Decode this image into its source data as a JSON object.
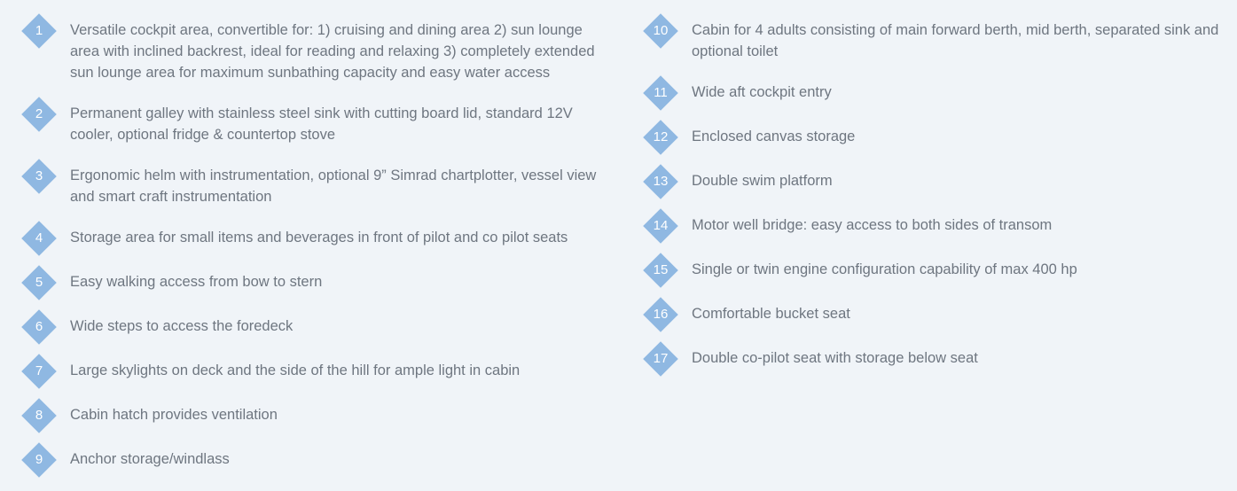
{
  "colors": {
    "background": "#f0f4f8",
    "badge": "#8fb8e2",
    "text": "#6e7680"
  },
  "left_column": [
    {
      "number": "1",
      "text": "Versatile cockpit area, convertible for: 1) cruising and dining area 2) sun lounge area with inclined backrest, ideal for reading and relaxing 3) completely extended sun lounge area for maximum sunbathing capacity and easy water access"
    },
    {
      "number": "2",
      "text": "Permanent galley with stainless steel sink with cutting board lid, standard 12V cooler, optional fridge & countertop stove"
    },
    {
      "number": "3",
      "text": "Ergonomic helm with instrumentation, optional 9” Simrad chartplotter, vessel view and smart craft instrumentation"
    },
    {
      "number": "4",
      "text": "Storage area for small items and beverages in front of pilot and co pilot seats"
    },
    {
      "number": "5",
      "text": "Easy walking access from bow to stern"
    },
    {
      "number": "6",
      "text": "Wide steps to access the foredeck"
    },
    {
      "number": "7",
      "text": "Large skylights on deck and the side of the hill for ample light in cabin"
    },
    {
      "number": "8",
      "text": "Cabin hatch provides ventilation"
    },
    {
      "number": "9",
      "text": "Anchor storage/windlass"
    }
  ],
  "right_column": [
    {
      "number": "10",
      "text": "Cabin for 4 adults consisting of main forward berth, mid berth, separated sink and optional toilet"
    },
    {
      "number": "11",
      "text": "Wide aft cockpit entry"
    },
    {
      "number": "12",
      "text": "Enclosed canvas storage"
    },
    {
      "number": "13",
      "text": "Double swim platform"
    },
    {
      "number": "14",
      "text": "Motor well bridge: easy access to both sides of transom"
    },
    {
      "number": "15",
      "text": "Single or twin engine configuration capability of max 400 hp"
    },
    {
      "number": "16",
      "text": "Comfortable bucket seat"
    },
    {
      "number": "17",
      "text": "Double co-pilot seat with storage below seat"
    }
  ]
}
